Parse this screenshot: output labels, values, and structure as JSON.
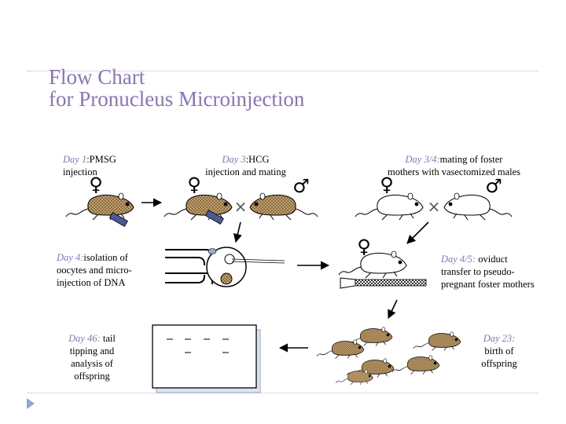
{
  "title": {
    "line1": "Flow Chart",
    "line2": "for Pronucleus Microinjection"
  },
  "steps": [
    {
      "day": "Day 1",
      "text_a": ":PMSG",
      "text_b": "injection"
    },
    {
      "day": "Day 3",
      "text_a": ":HCG",
      "text_b": "injection and mating"
    },
    {
      "day": "Day 3/4:",
      "text_a": "mating of foster",
      "text_b": "mothers with vasectomized males"
    },
    {
      "day": "Day 4:",
      "text_a": "isolation of",
      "text_b": "oocytes and micro-",
      "text_c": "injection of DNA"
    },
    {
      "day": "Day 4/5:",
      "text_a": " oviduct",
      "text_b": "transfer to pseudo-",
      "text_c": "pregnant foster mothers"
    },
    {
      "day": "Day 23:",
      "text_a": "birth of",
      "text_b": "offspring"
    },
    {
      "day": "Day 46:",
      "text_a": " tail",
      "text_b": "tipping and",
      "text_c": "analysis of",
      "text_d": "offspring"
    }
  ],
  "symbols": {
    "female": "♀",
    "male": "♂",
    "cross": "×"
  },
  "colors": {
    "title": "#8a74b8",
    "day_label": "#8a74b8",
    "mouse_fill": "#c9a877",
    "syringe": "#4a5a96"
  }
}
